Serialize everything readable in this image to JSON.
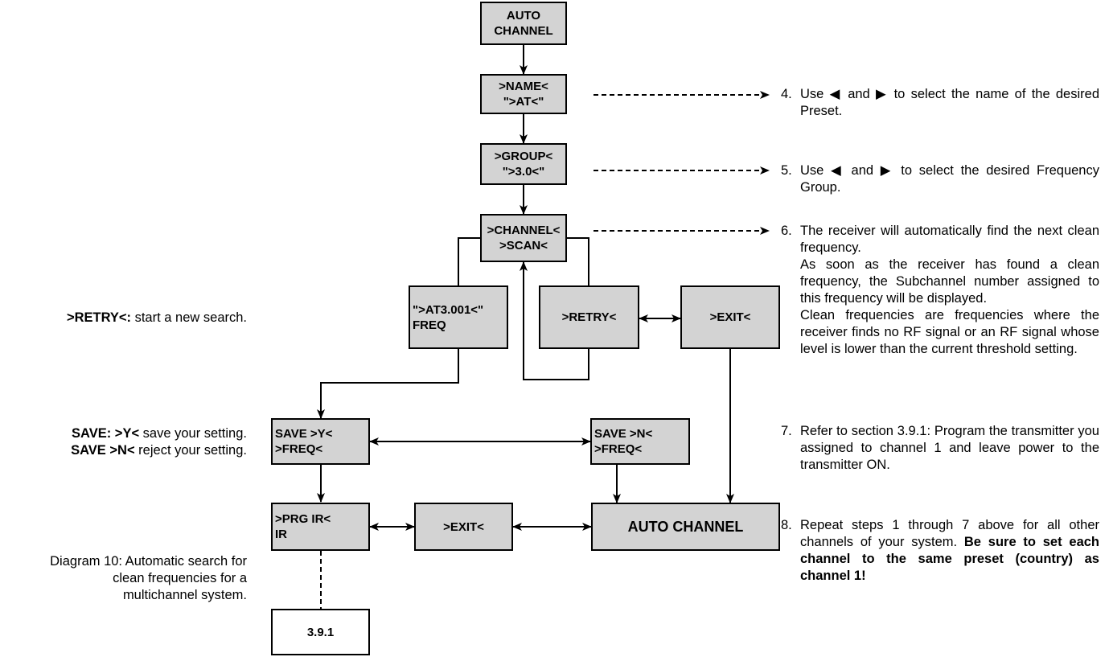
{
  "boxes": {
    "auto_channel_top": [
      "AUTO",
      "CHANNEL"
    ],
    "name": [
      ">NAME<",
      "\">AT<\""
    ],
    "group": [
      ">GROUP<",
      "\">3.0<\""
    ],
    "channel": [
      ">CHANNEL<",
      ">SCAN<"
    ],
    "at_freq": [
      "\">AT3.001<\"",
      "FREQ"
    ],
    "retry": ">RETRY<",
    "exit_top": ">EXIT<",
    "save_y": [
      "SAVE >Y<",
      ">FREQ<"
    ],
    "save_n": [
      "SAVE >N<",
      ">FREQ<"
    ],
    "prg_ir": [
      ">PRG IR<",
      "IR"
    ],
    "exit_bottom": ">EXIT<",
    "auto_channel_bottom": "AUTO CHANNEL",
    "section_ref": "3.9.1"
  },
  "side_notes": {
    "retry": {
      "bold": ">RETRY<:",
      "text": " start a new search."
    },
    "save_y": {
      "bold": "SAVE: >Y<",
      "text": " save your setting."
    },
    "save_n": {
      "bold": "SAVE >N<",
      "text": " reject your setting."
    }
  },
  "caption": [
    "Diagram 10: Automatic search for",
    "clean frequencies for a",
    "multichannel system."
  ],
  "steps": {
    "s4": {
      "num": "4.",
      "text": "Use ◀ and ▶ to select the name of the desired Preset."
    },
    "s5": {
      "num": "5.",
      "text": "Use ◀ and ▶ to select the desired Frequency Group."
    },
    "s6": {
      "num": "6.",
      "p1": "The receiver will automatically find the next clean frequency.",
      "p2": "As soon as the receiver has found a clean frequency, the Subchannel number assigned to this frequency will be displayed.",
      "p3": "Clean frequencies are frequencies where the receiver finds no RF signal or an RF signal whose level is lower than the current threshold setting."
    },
    "s7": {
      "num": "7.",
      "text": "Refer to section 3.9.1: Program the transmitter you assigned to channel 1 and leave power to the transmitter ON."
    },
    "s8": {
      "num": "8.",
      "text": "Repeat steps 1 through 7 above for all other channels of your system. ",
      "bold": "Be sure to set each channel to the same preset (country) as channel 1!"
    }
  }
}
